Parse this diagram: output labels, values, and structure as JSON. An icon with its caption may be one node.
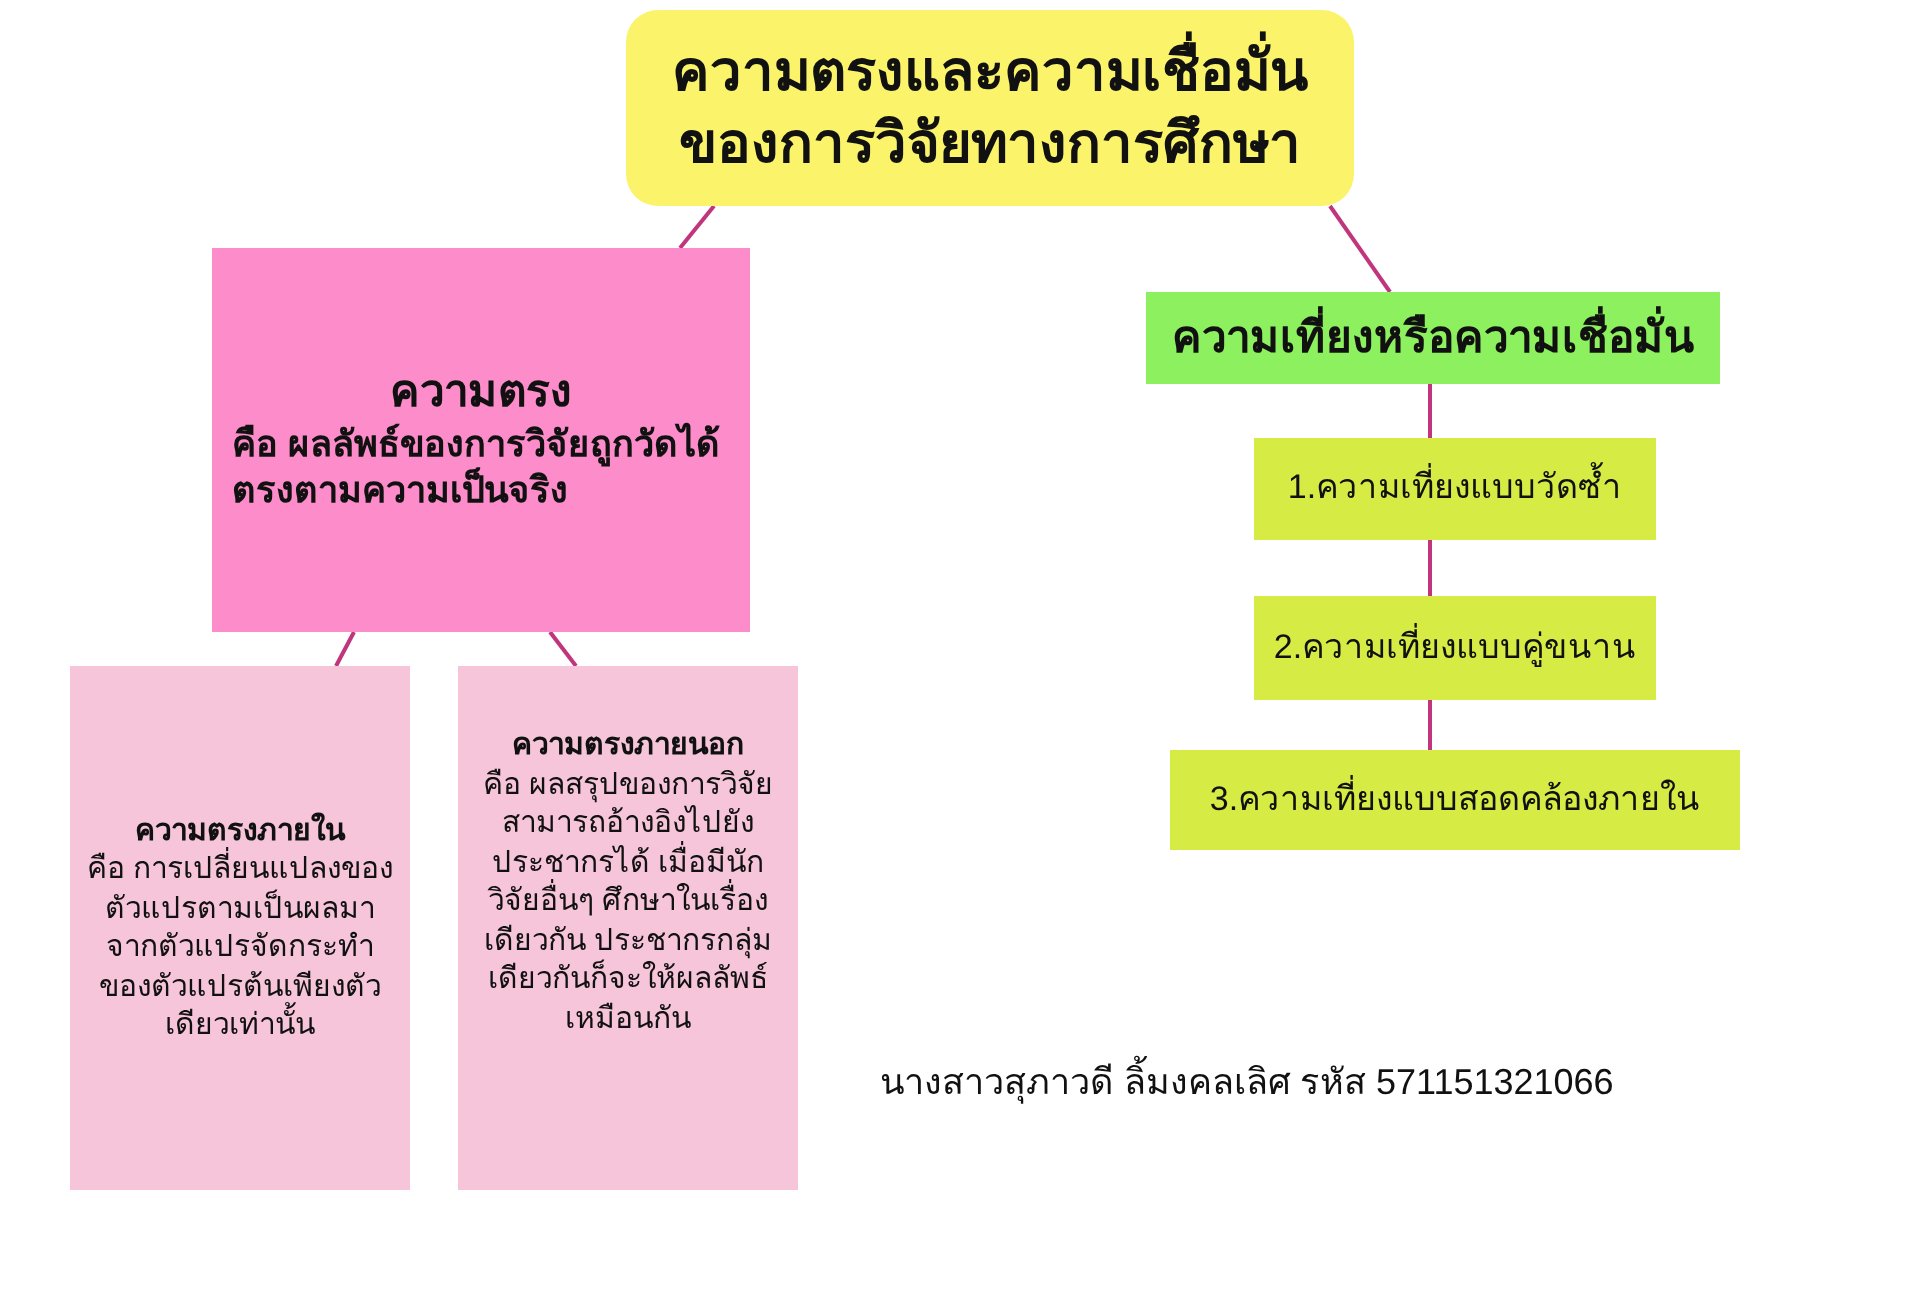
{
  "diagram": {
    "nodes": [
      {
        "text": [
          "ความตรงและความเชื่อมั่นของการวิจัยทางการศึกษา"
        ]
      },
      {
        "text": [
          "ความตรง",
          "คือ ผลลัพธ์ของการวิจัยถูกวัดได้ตรงตามความเป็นจริง"
        ]
      },
      {
        "text": [
          "ความเที่ยงหรือความเชื่อมั่น"
        ]
      },
      {
        "text": [
          "ความตรงภายใน",
          "คือ การเปลี่ยนแปลงของตัวแปรตามเป็นผลมาจากตัวแปรจัดกระทำของตัวแปรต้นเพียงตัวเดียวเท่านั้น"
        ]
      },
      {
        "text": [
          "ความตรงภายนอก",
          "คือ ผลสรุปของการวิจัยสามารถอ้างอิงไปยังประชากรได้ เมื่อมีนักวิจัยอื่นๆ ศึกษาในเรื่องเดียวกัน ประชากรกลุ่มเดียวกันก็จะให้ผลลัพธ์เหมือนกัน"
        ]
      },
      {
        "text": [
          "1.ความเที่ยงแบบวัดซ้ำ"
        ]
      },
      {
        "text": [
          "2.ความเที่ยงแบบคู่ขนาน"
        ]
      },
      {
        "text": [
          "3.ความเที่ยงแบบสอดคล้องภายใน"
        ]
      }
    ],
    "edges": [
      {
        "from": 0,
        "to": 1,
        "arrow": "none"
      },
      {
        "from": 0,
        "to": 2,
        "arrow": "none"
      },
      {
        "from": 1,
        "to": 3,
        "arrow": "none"
      },
      {
        "from": 1,
        "to": 4,
        "arrow": "none"
      },
      {
        "from": 2,
        "to": 5,
        "arrow": "none"
      },
      {
        "from": 5,
        "to": 6,
        "arrow": "none"
      },
      {
        "from": 6,
        "to": 7,
        "arrow": "none"
      }
    ],
    "labels": [
      "นางสาวสุภาวดี ลิ้มงคลเลิศ รหัส 571151321066"
    ]
  }
}
